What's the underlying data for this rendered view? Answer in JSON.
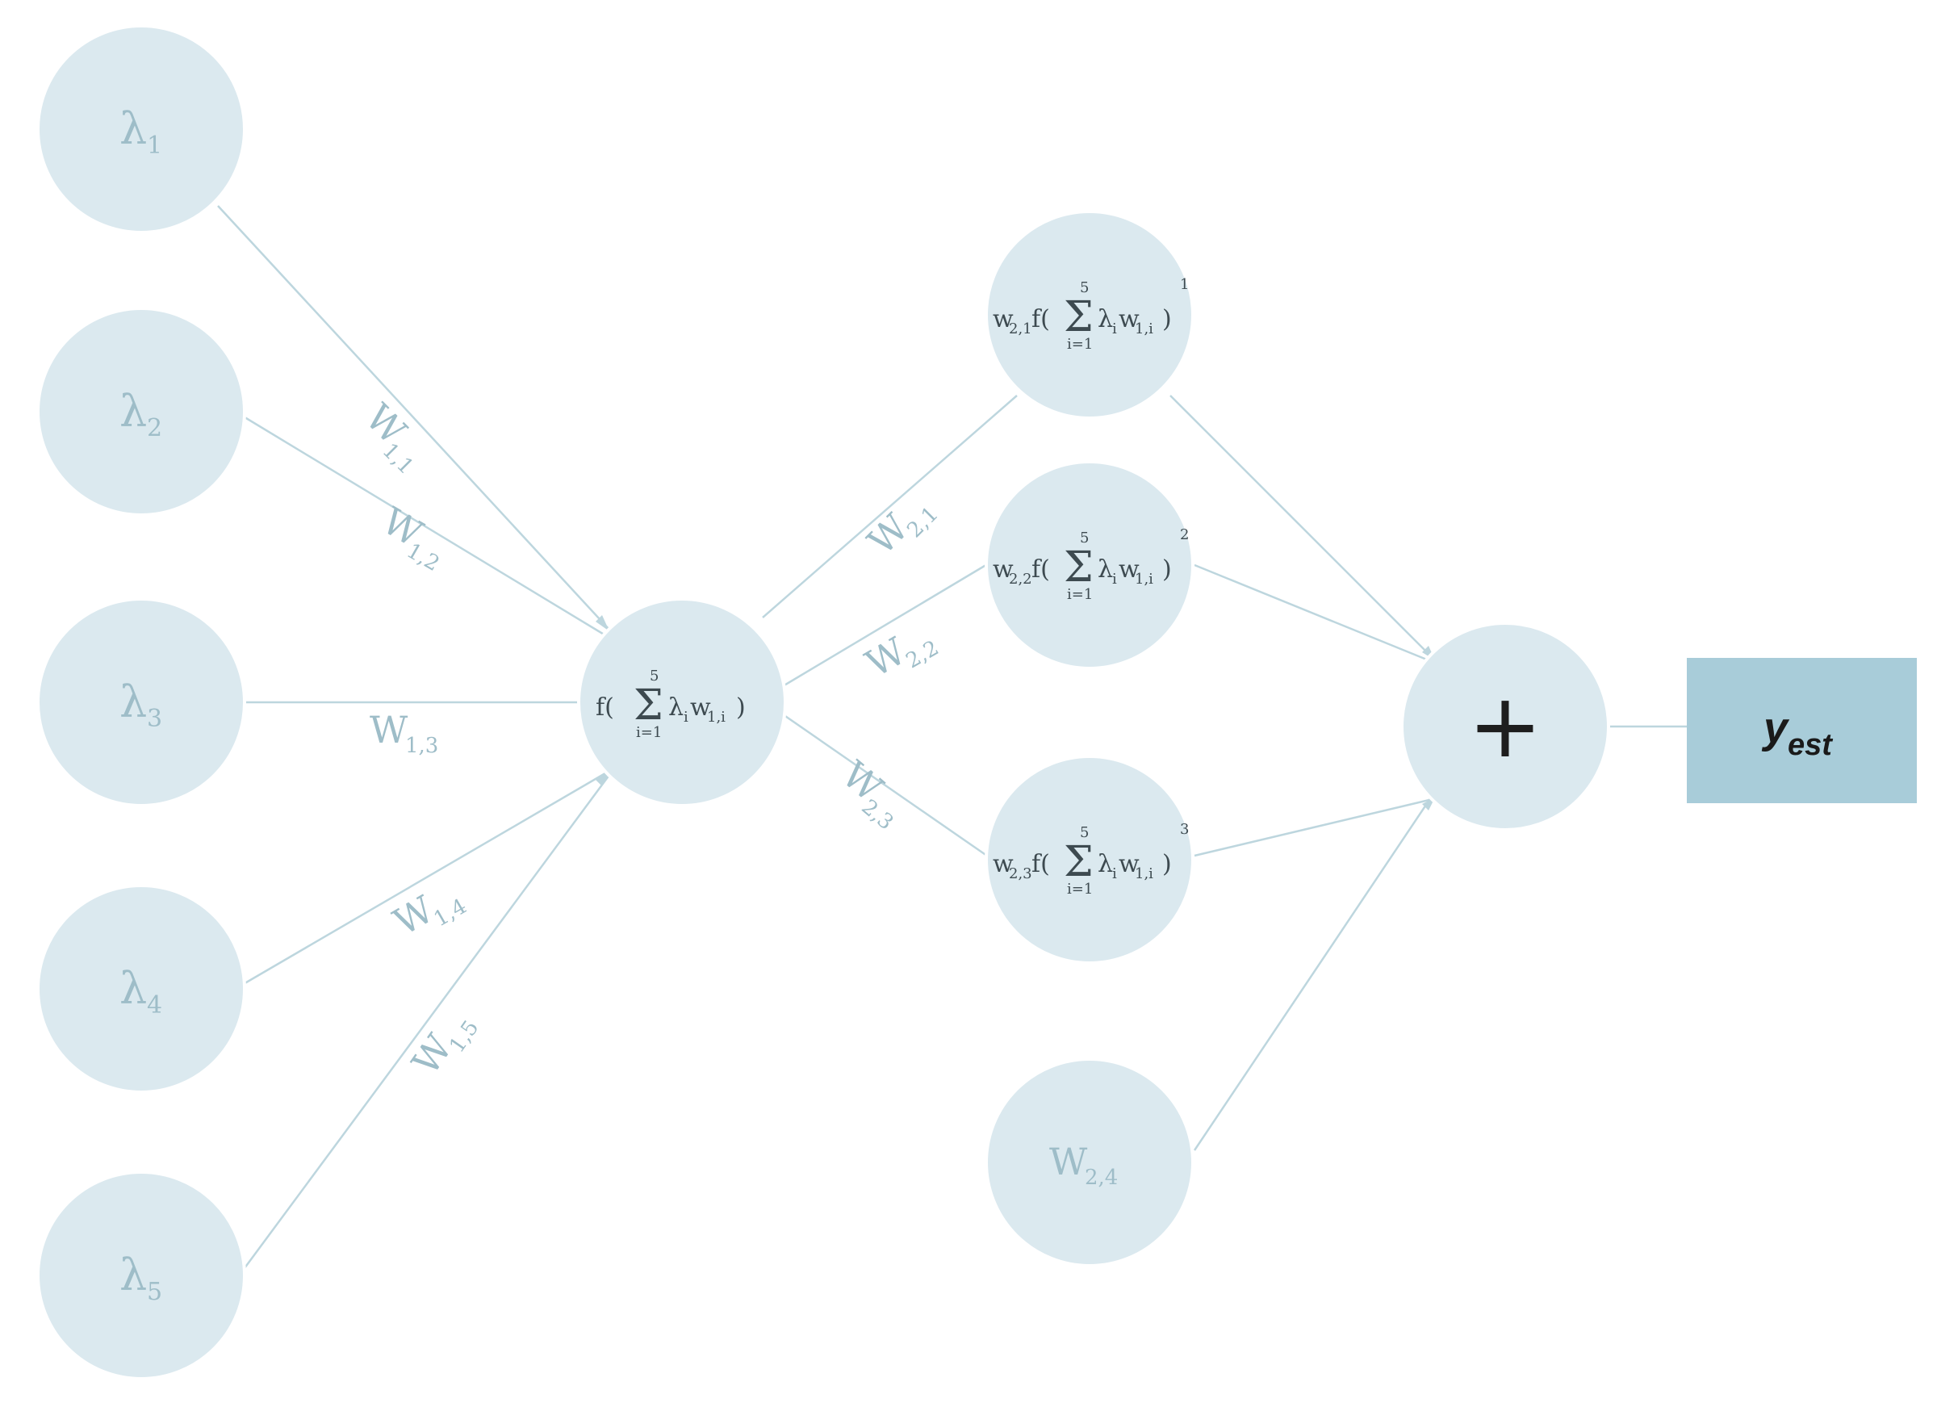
{
  "inputs": [
    {
      "symbol": "λ",
      "sub": "1"
    },
    {
      "symbol": "λ",
      "sub": "2"
    },
    {
      "symbol": "λ",
      "sub": "3"
    },
    {
      "symbol": "λ",
      "sub": "4"
    },
    {
      "symbol": "λ",
      "sub": "5"
    }
  ],
  "input_weights": [
    {
      "symbol": "W",
      "sub": "1,1"
    },
    {
      "symbol": "W",
      "sub": "1,2"
    },
    {
      "symbol": "W",
      "sub": "1,3"
    },
    {
      "symbol": "W",
      "sub": "1,4"
    },
    {
      "symbol": "W",
      "sub": "1,5"
    }
  ],
  "hidden": {
    "func": "f(",
    "sigma": "Σ",
    "sigma_top": "5",
    "sigma_bottom": "i=1",
    "term": "λ",
    "term_sub": "i",
    "w": "w",
    "w_sub": "1,i",
    "close": ")"
  },
  "output_weights": [
    {
      "symbol": "W",
      "sub": "2,1"
    },
    {
      "symbol": "W",
      "sub": "2,2"
    },
    {
      "symbol": "W",
      "sub": "2,3"
    }
  ],
  "poly_nodes": [
    {
      "prefix": "w",
      "prefix_sub": "2,1",
      "power": "1"
    },
    {
      "prefix": "w",
      "prefix_sub": "2,2",
      "power": "2"
    },
    {
      "prefix": "w",
      "prefix_sub": "2,3",
      "power": "3"
    }
  ],
  "bias": {
    "symbol": "W",
    "sub": "2,4"
  },
  "sum": {
    "symbol": "+"
  },
  "output": {
    "symbol": "y",
    "sub": "est"
  }
}
